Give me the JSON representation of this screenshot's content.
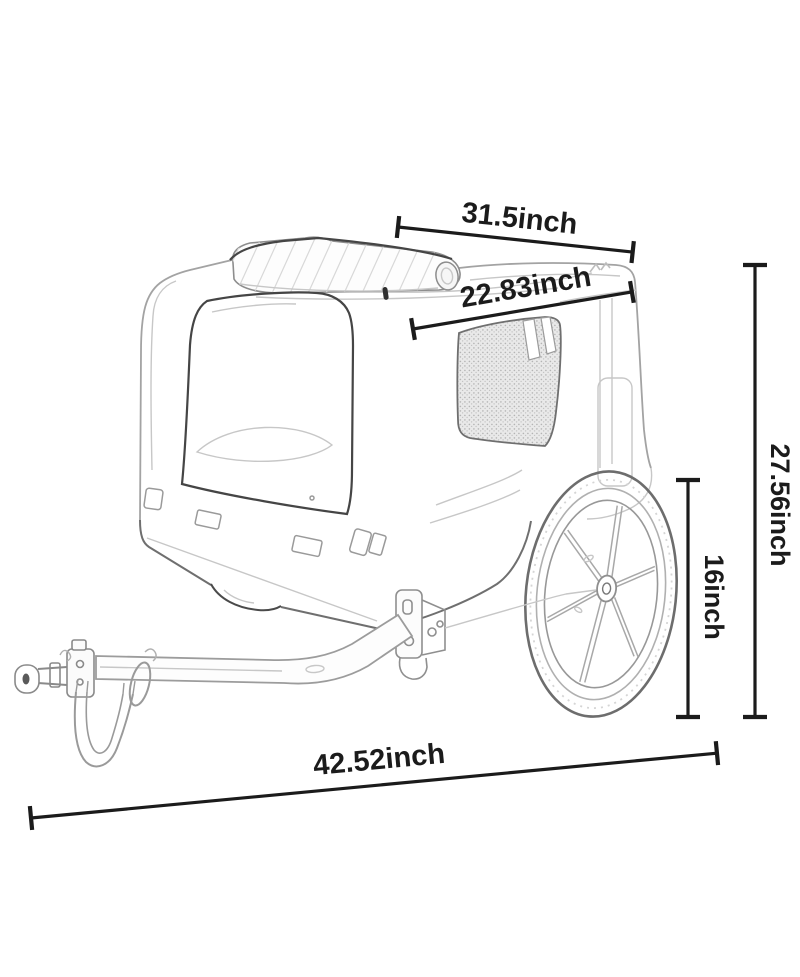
{
  "diagram": {
    "kind": "product-dimension-diagram",
    "subject": "pet bike trailer line-art sketch with dimension annotations",
    "unit": "inch",
    "background_color": "#ffffff",
    "annotation_color": "#1b1b1b",
    "sketch_color": "#a3a3a3",
    "dimensions": {
      "top_width": {
        "label": "31.5inch",
        "value_in": 31.5,
        "orientation": "slanted-top"
      },
      "body_width": {
        "label": "22.83inch",
        "value_in": 22.83,
        "orientation": "slanted-upper"
      },
      "overall_height": {
        "label": "27.56inch",
        "value_in": 27.56,
        "orientation": "vertical-right"
      },
      "wheel_height": {
        "label": "16inch",
        "value_in": 16,
        "orientation": "vertical-wheel"
      },
      "overall_length": {
        "label": "42.52inch",
        "value_in": 42.52,
        "orientation": "slanted-bottom"
      }
    }
  }
}
